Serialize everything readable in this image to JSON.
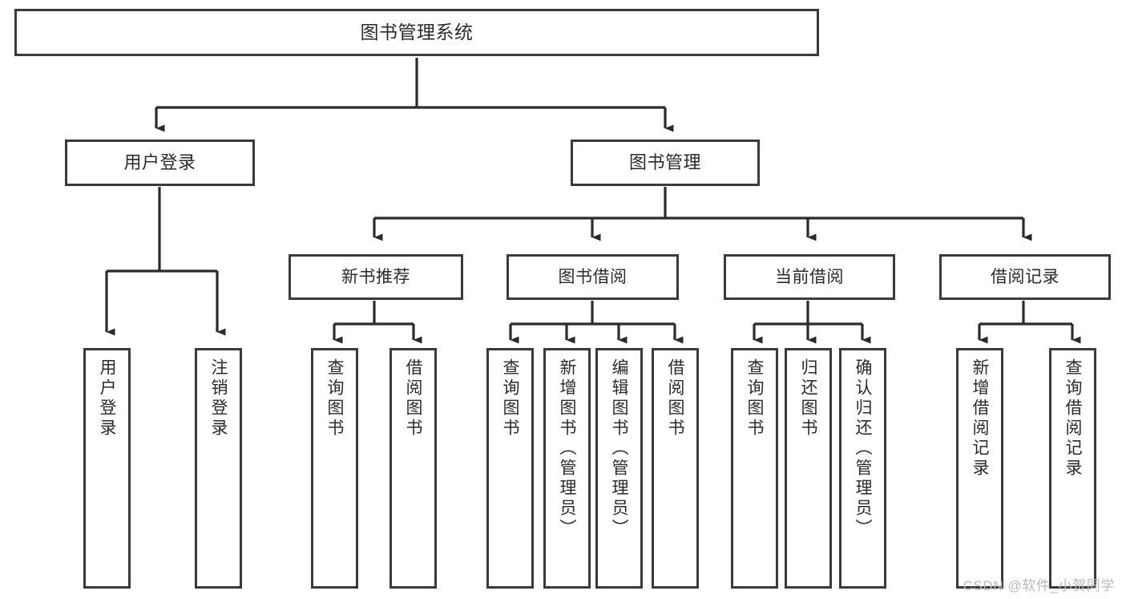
{
  "diagram": {
    "type": "tree-hierarchy",
    "title": "图书管理系统",
    "colors": {
      "box_border": "#3a3a3a",
      "box_fill": "#ffffff",
      "connector": "#2b2b2b",
      "text": "#2b2b2b",
      "watermark": "#b9b9b9",
      "background": "#ffffff"
    },
    "root": {
      "label": "图书管理系统"
    },
    "level1": [
      {
        "label": "用户登录"
      },
      {
        "label": "图书管理"
      }
    ],
    "level2": [
      {
        "label": "新书推荐"
      },
      {
        "label": "图书借阅"
      },
      {
        "label": "当前借阅"
      },
      {
        "label": "借阅记录"
      }
    ],
    "leaves": {
      "user_login": [
        {
          "label": "用户登录"
        },
        {
          "label": "注销登录"
        }
      ],
      "new_book_recommend": [
        {
          "label": "查询图书"
        },
        {
          "label": "借阅图书"
        }
      ],
      "book_borrow": [
        {
          "label": "查询图书"
        },
        {
          "label": "新增图书（管理员）"
        },
        {
          "label": "编辑图书（管理员）"
        },
        {
          "label": "借阅图书"
        }
      ],
      "current_borrow": [
        {
          "label": "查询图书"
        },
        {
          "label": "归还图书"
        },
        {
          "label": "确认归还（管理员）"
        }
      ],
      "borrow_record": [
        {
          "label": "新增借阅记录"
        },
        {
          "label": "查询借阅记录"
        }
      ]
    }
  },
  "watermark": {
    "text": "CSDN @软件_小贺同学"
  }
}
